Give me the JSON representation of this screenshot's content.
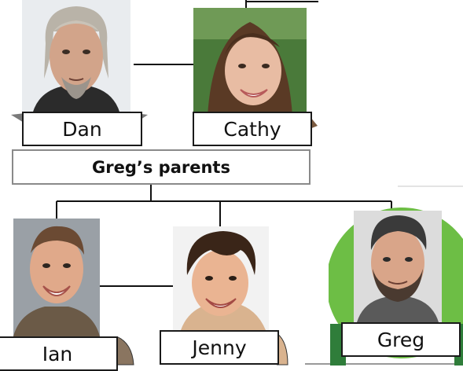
{
  "people": {
    "dan": {
      "name": "Dan"
    },
    "cathy": {
      "name": "Cathy"
    },
    "ian": {
      "name": "Ian"
    },
    "jenny": {
      "name": "Jenny"
    },
    "greg": {
      "name": "Greg"
    }
  },
  "parents_label": "Greg’s parents",
  "colors": {
    "line": "#111111",
    "greg_circle": "#6dbe45",
    "box_border": "#1a1a1a",
    "parents_border": "#8a8a8a"
  }
}
